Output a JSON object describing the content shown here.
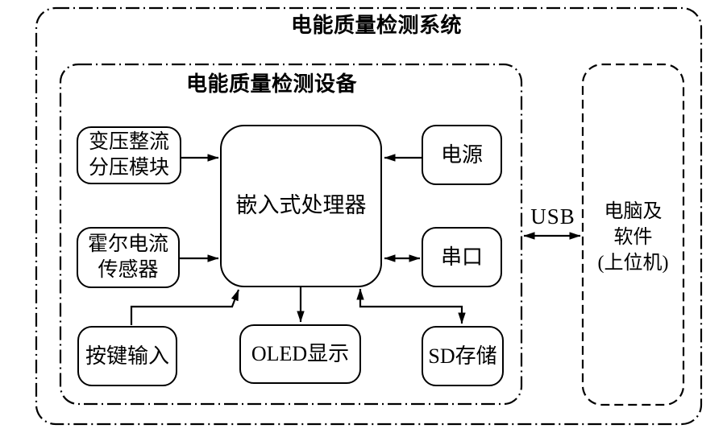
{
  "titles": {
    "system": "电能质量检测系统",
    "device": "电能质量检测设备"
  },
  "connector_labels": {
    "usb": "USB"
  },
  "nodes": {
    "transformer_module": "变压整流\n分压模块",
    "hall_sensor": "霍尔电流\n传感器",
    "key_input": "按键输入",
    "processor": "嵌入式处理器",
    "power_supply": "电源",
    "serial_port": "串口",
    "oled_display": "OLED显示",
    "sd_storage": "SD存储",
    "host_computer": "电脑及\n软件\n(上位机)"
  },
  "edges": [
    {
      "from": "transformer_module",
      "to": "processor",
      "direction": "one-way"
    },
    {
      "from": "hall_sensor",
      "to": "processor",
      "direction": "one-way"
    },
    {
      "from": "power_supply",
      "to": "processor",
      "direction": "one-way"
    },
    {
      "from": "serial_port",
      "to": "processor",
      "direction": "two-way"
    },
    {
      "from": "key_input",
      "to": "processor",
      "direction": "one-way"
    },
    {
      "from": "processor",
      "to": "oled_display",
      "direction": "one-way"
    },
    {
      "from": "processor",
      "to": "sd_storage",
      "direction": "two-way"
    },
    {
      "from": "device",
      "to": "host_computer",
      "direction": "two-way",
      "label": "USB"
    }
  ],
  "colors": {
    "ink": "#000000",
    "background": "#ffffff"
  }
}
